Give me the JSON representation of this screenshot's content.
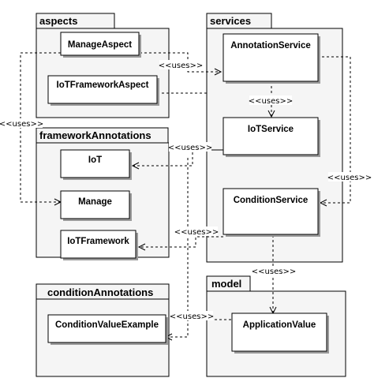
{
  "packages": {
    "aspects": {
      "title": "aspects"
    },
    "services": {
      "title": "services"
    },
    "frameworkAnnotations": {
      "title": "frameworkAnnotations"
    },
    "conditionAnnotations": {
      "title": "conditionAnnotations"
    },
    "model": {
      "title": "model"
    }
  },
  "classes": {
    "manageAspect": "ManageAspect",
    "iotFrameworkAspect": "IoTFrameworkAspect",
    "annotationService": "AnnotationService",
    "iotService": "IoTService",
    "conditionService": "ConditionService",
    "iot": "IoT",
    "manage": "Manage",
    "iotFramework": "IoTFramework",
    "conditionValueExample": "ConditionValueExample",
    "applicationValue": "ApplicationValue"
  },
  "relations": {
    "uses_label": "<<uses>>"
  }
}
